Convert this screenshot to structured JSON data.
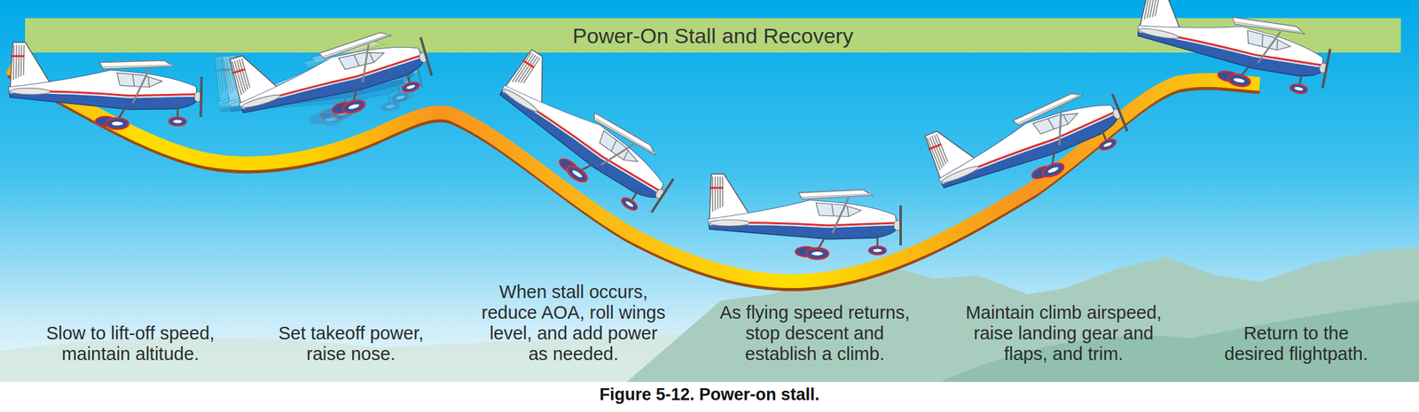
{
  "diagram": {
    "title": "Power-On Stall and Recovery",
    "caption": "Figure 5-12. Power-on stall.",
    "labels": [
      "Slow to lift-off speed, maintain altitude.",
      "Set takeoff power, raise nose.",
      "When stall occurs, reduce AOA, roll wings level, and add power as needed.",
      "As flying speed returns, stop descent and establish a climb.",
      "Maintain climb airspeed, raise landing gear and flaps, and trim.",
      "Return to the desired flightpath."
    ]
  }
}
